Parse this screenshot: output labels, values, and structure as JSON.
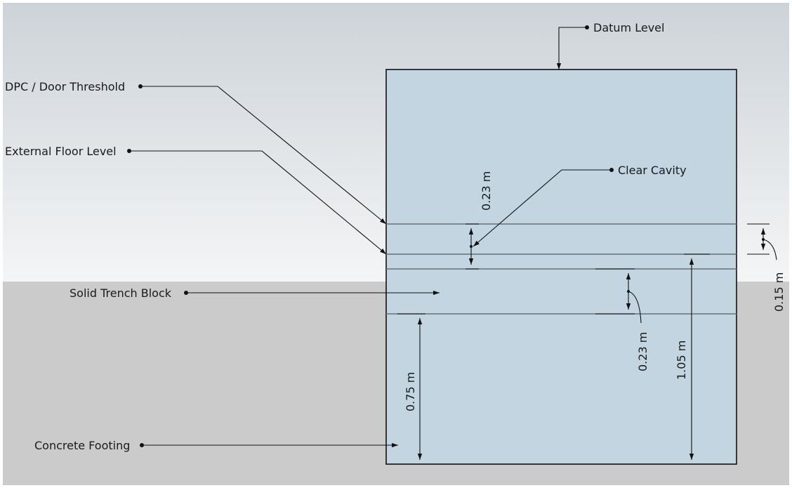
{
  "labels": {
    "datum_level": "Datum Level",
    "dpc_door_threshold": "DPC / Door Threshold",
    "external_floor_level": "External Floor Level",
    "clear_cavity": "Clear Cavity",
    "solid_trench_block": "Solid Trench Block",
    "concrete_footing": "Concrete Footing"
  },
  "dimensions": {
    "cavity_height": "0.23 m",
    "dpc_to_external_floor": "0.15 m",
    "trench_block_height": "0.23 m",
    "total_depth": "1.05 m",
    "footing_height": "0.75 m"
  },
  "colors": {
    "sky_top": "#cdd3d8",
    "sky_bottom": "#f4f5f6",
    "ground": "#cbcbcb",
    "wall_fill": "#c3d5e0",
    "course_line": "#6a6f78",
    "ink": "#111111"
  }
}
